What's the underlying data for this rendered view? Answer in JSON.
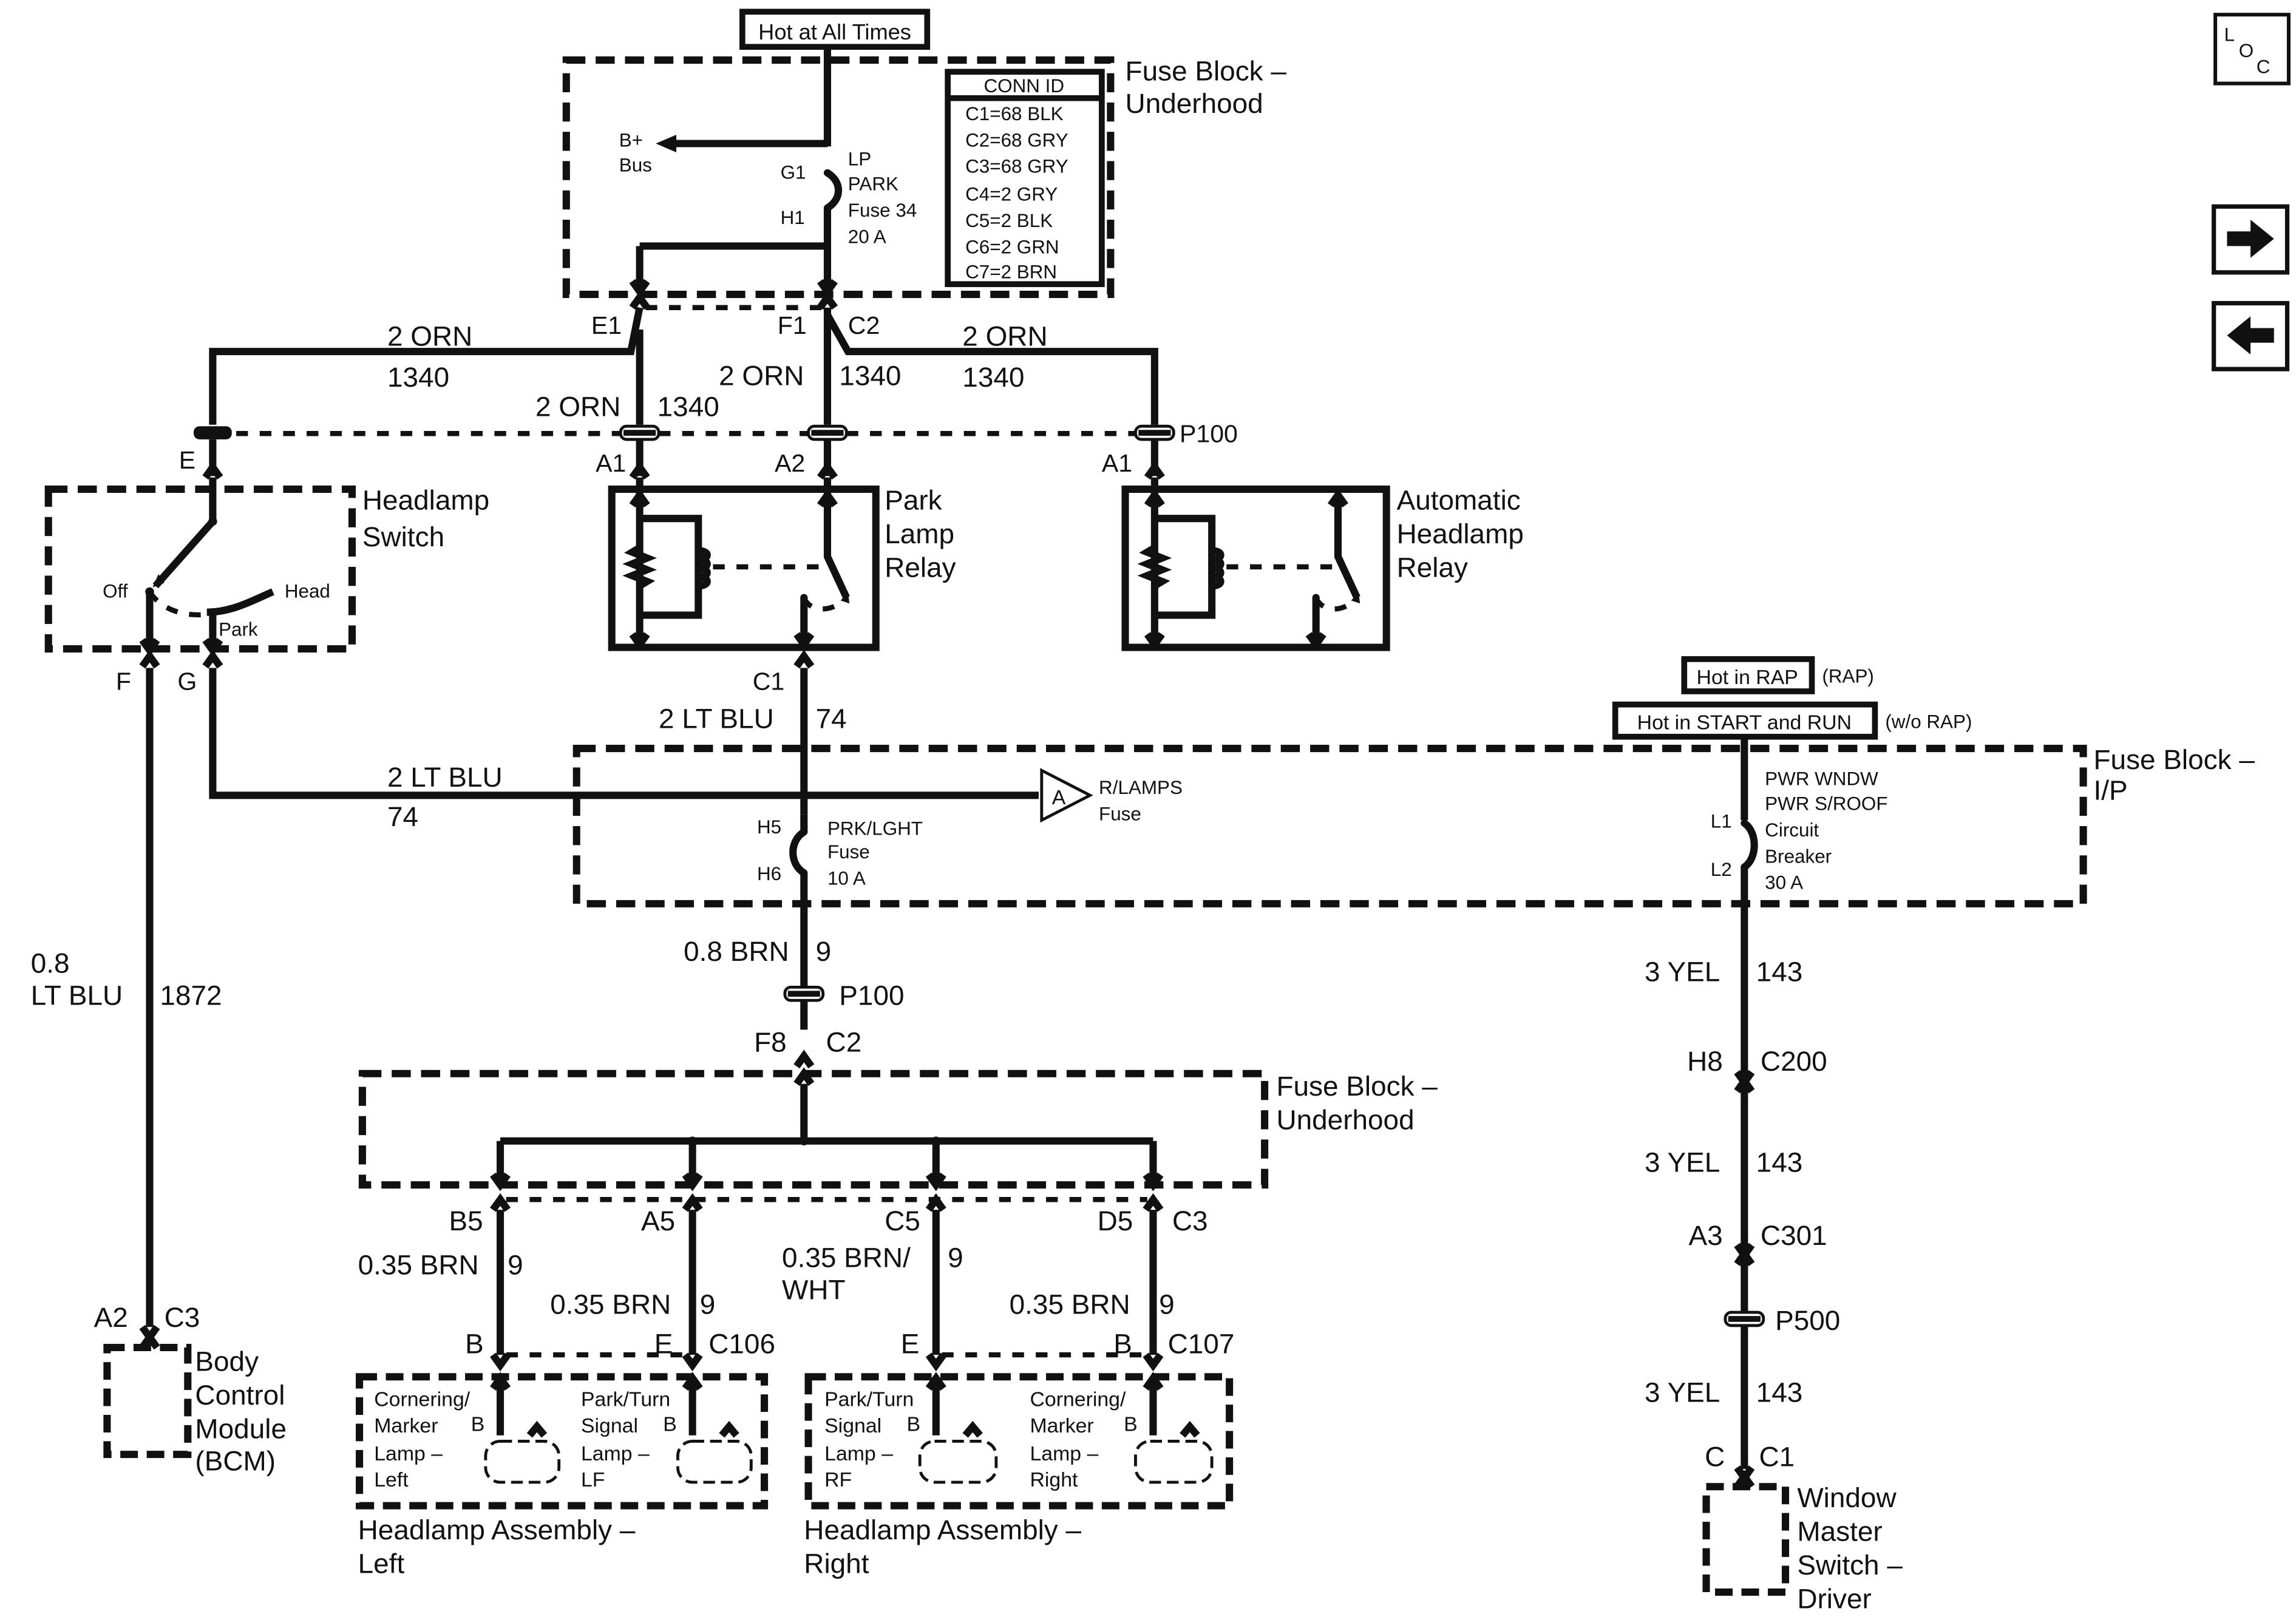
{
  "sources": {
    "hot_all_times": "Hot at All Times",
    "hot_in_rap": "Hot in RAP",
    "rap_note": "(RAP)",
    "hot_start_run": "Hot in START and RUN",
    "worap_note": "(w/o RAP)"
  },
  "fuse_block_underhood": {
    "title_line1": "Fuse Block –",
    "title_line2": "Underhood",
    "bplus_line1": "B+",
    "bplus_line2": "Bus",
    "pin_g1": "G1",
    "pin_h1": "H1",
    "fuse_line1": "LP",
    "fuse_line2": "PARK",
    "fuse_line3": "Fuse 34",
    "fuse_line4": "20 A",
    "conn_id": {
      "header": "CONN ID",
      "rows": [
        "C1=68 BLK",
        "C2=68 GRY",
        "C3=68 GRY",
        "C4=2 GRY",
        "C5=2 BLK",
        "C6=2 GRN",
        "C7=2 BRN"
      ]
    },
    "pin_e1": "E1",
    "pin_f1": "F1",
    "pin_c2": "C2"
  },
  "wires_top": {
    "w_left_gauge": "2 ORN",
    "w_left_circuit": "1340",
    "w_mid_left_gauge": "2 ORN",
    "w_mid_left_circuit": "1340",
    "w_mid_gauge": "2 ORN",
    "w_mid_circuit": "1340",
    "w_right_gauge": "2 ORN",
    "w_right_circuit": "1340",
    "p100": "P100",
    "pin_e": "E",
    "pin_a1_park": "A1",
    "pin_a2_park": "A2",
    "pin_a1_auto": "A1"
  },
  "headlamp_switch": {
    "title_line1": "Headlamp",
    "title_line2": "Switch",
    "off": "Off",
    "head": "Head",
    "park": "Park",
    "pin_f": "F",
    "pin_g": "G"
  },
  "park_relay": {
    "line1": "Park",
    "line2": "Lamp",
    "line3": "Relay",
    "pin_c1": "C1"
  },
  "auto_relay": {
    "line1": "Automatic",
    "line2": "Headlamp",
    "line3": "Relay"
  },
  "fuse_block_ip": {
    "title_line1": "Fuse Block –",
    "title_line2": "I/P",
    "w_relay_gauge": "2 LT BLU",
    "w_relay_circuit": "74",
    "w_switch_gauge": "2 LT BLU",
    "w_switch_circuit": "74",
    "rlamps_arrow": "A",
    "rlamps_line1": "R/LAMPS",
    "rlamps_line2": "Fuse",
    "pin_h5": "H5",
    "pin_h6": "H6",
    "fuse_line1": "PRK/LGHT",
    "fuse_line2": "Fuse",
    "fuse_line3": "10 A",
    "pin_l1": "L1",
    "pin_l2": "L2",
    "cb_line1": "PWR WNDW",
    "cb_line2": "PWR S/ROOF",
    "cb_line3": "Circuit",
    "cb_line4": "Breaker",
    "cb_line5": "30 A"
  },
  "bcm_branch": {
    "gauge_line1": "0.8",
    "gauge_line2": "LT BLU",
    "circuit": "1872",
    "pin_a2": "A2",
    "pin_c3": "C3",
    "bcm_line1": "Body",
    "bcm_line2": "Control",
    "bcm_line3": "Module",
    "bcm_line4": "(BCM)"
  },
  "center_branch": {
    "gauge": "0.8 BRN",
    "circuit": "9",
    "p100": "P100",
    "pin_f8": "F8",
    "pin_c2": "C2",
    "fb_title_line1": "Fuse Block –",
    "fb_title_line2": "Underhood",
    "pin_b5": "B5",
    "pin_a5": "A5",
    "pin_c5": "C5",
    "pin_d5": "D5",
    "pin_c3": "C3",
    "w1_gauge": "0.35 BRN",
    "w1_circuit": "9",
    "w2_gauge": "0.35 BRN",
    "w2_circuit": "9",
    "w3_gauge_line1": "0.35 BRN/",
    "w3_gauge_line2": "WHT",
    "w3_circuit": "9",
    "w4_gauge": "0.35 BRN",
    "w4_circuit": "9",
    "pin_b_left": "B",
    "pin_e_left": "E",
    "c106": "C106",
    "pin_e_right": "E",
    "pin_b_right": "B",
    "c107": "C107"
  },
  "headlamp_left": {
    "title_line1": "Headlamp Assembly –",
    "title_line2": "Left",
    "lamp1_line1": "Cornering/",
    "lamp1_line2": "Marker",
    "lamp1_line3": "Lamp –",
    "lamp1_line4": "Left",
    "lamp1_pin": "B",
    "lamp2_line1": "Park/Turn",
    "lamp2_line2": "Signal",
    "lamp2_line3": "Lamp –",
    "lamp2_line4": "LF",
    "lamp2_pin": "B"
  },
  "headlamp_right": {
    "title_line1": "Headlamp Assembly –",
    "title_line2": "Right",
    "lamp1_line1": "Park/Turn",
    "lamp1_line2": "Signal",
    "lamp1_line3": "Lamp –",
    "lamp1_line4": "RF",
    "lamp1_pin": "B",
    "lamp2_line1": "Cornering/",
    "lamp2_line2": "Marker",
    "lamp2_line3": "Lamp –",
    "lamp2_line4": "Right",
    "lamp2_pin": "B"
  },
  "window_branch": {
    "w1_gauge": "3 YEL",
    "w1_circuit": "143",
    "pin_h8": "H8",
    "c200": "C200",
    "w2_gauge": "3 YEL",
    "w2_circuit": "143",
    "pin_a3": "A3",
    "c301": "C301",
    "p500": "P500",
    "w3_gauge": "3 YEL",
    "w3_circuit": "143",
    "pin_c": "C",
    "c1": "C1",
    "switch_line1": "Window",
    "switch_line2": "Master",
    "switch_line3": "Switch –",
    "switch_line4": "Driver"
  },
  "nav": {
    "loc_l": "L",
    "loc_o": "O",
    "loc_c": "C",
    "next_icon": "arrow-right-icon",
    "prev_icon": "arrow-left-icon"
  }
}
